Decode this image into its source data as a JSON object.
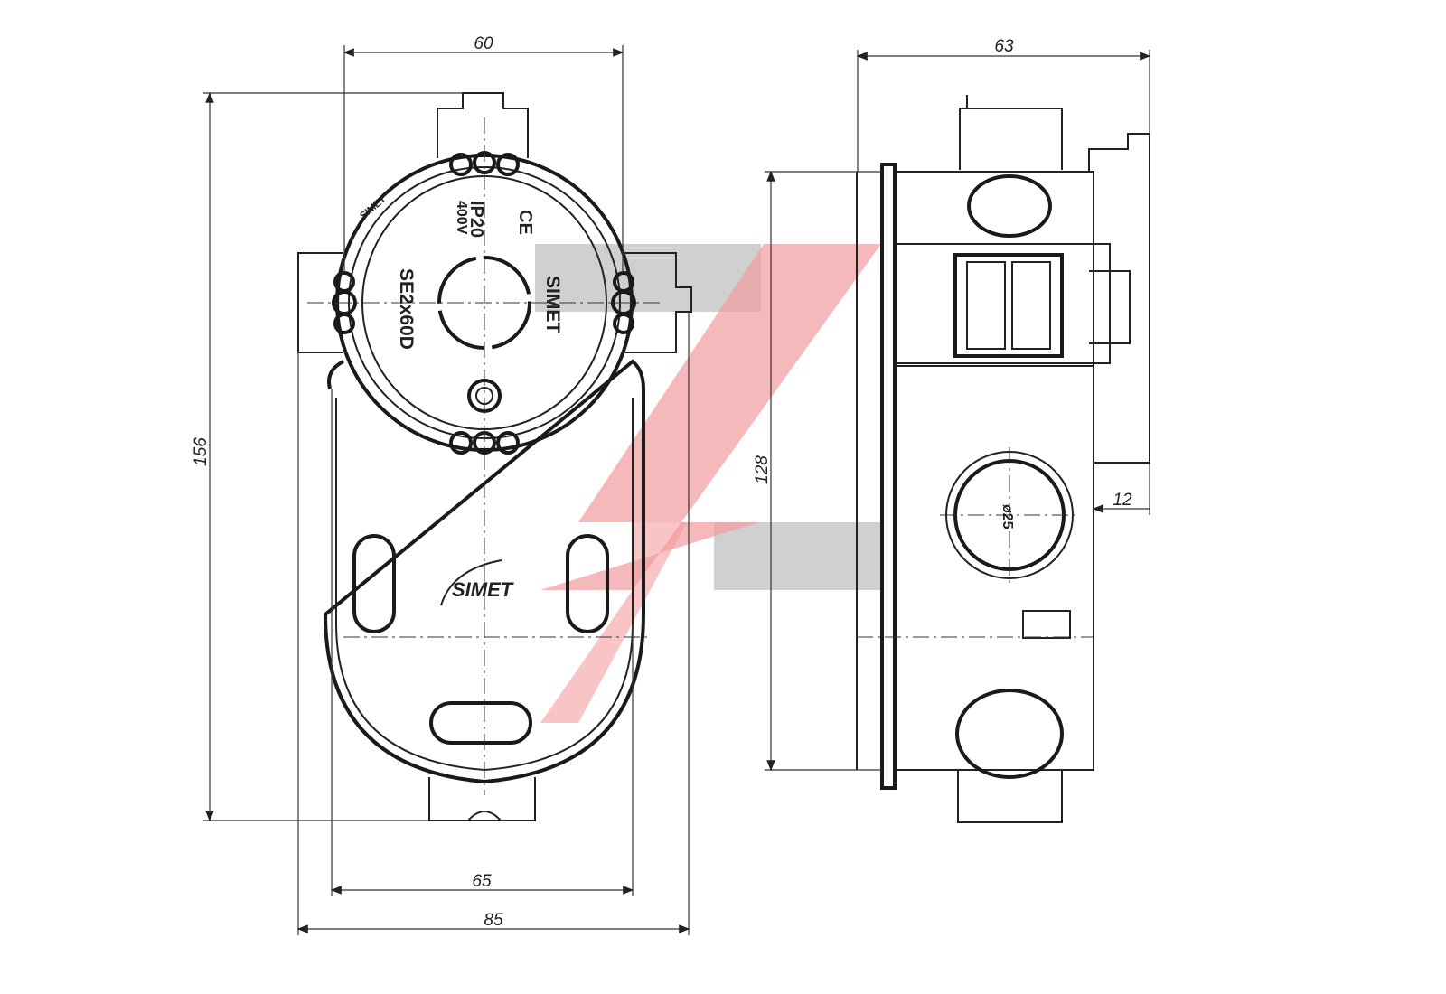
{
  "drawing": {
    "front_view": {
      "dimensions": {
        "top_width": "60",
        "height": "156",
        "inner_width": "65",
        "overall_width": "85"
      },
      "markings": {
        "brand_ring": "SIMET",
        "brand_plate": "SIMET",
        "ip_rating": "IP20",
        "voltage": "400V",
        "model": "SE2x60D",
        "ce_mark": "CE",
        "logo": "SIMET"
      }
    },
    "side_view": {
      "dimensions": {
        "depth": "63",
        "height": "128",
        "offset": "12",
        "hole_diameter": "ø25"
      }
    },
    "watermark": {
      "gray": "#c8c8c8",
      "red": "#f08a8f"
    }
  }
}
